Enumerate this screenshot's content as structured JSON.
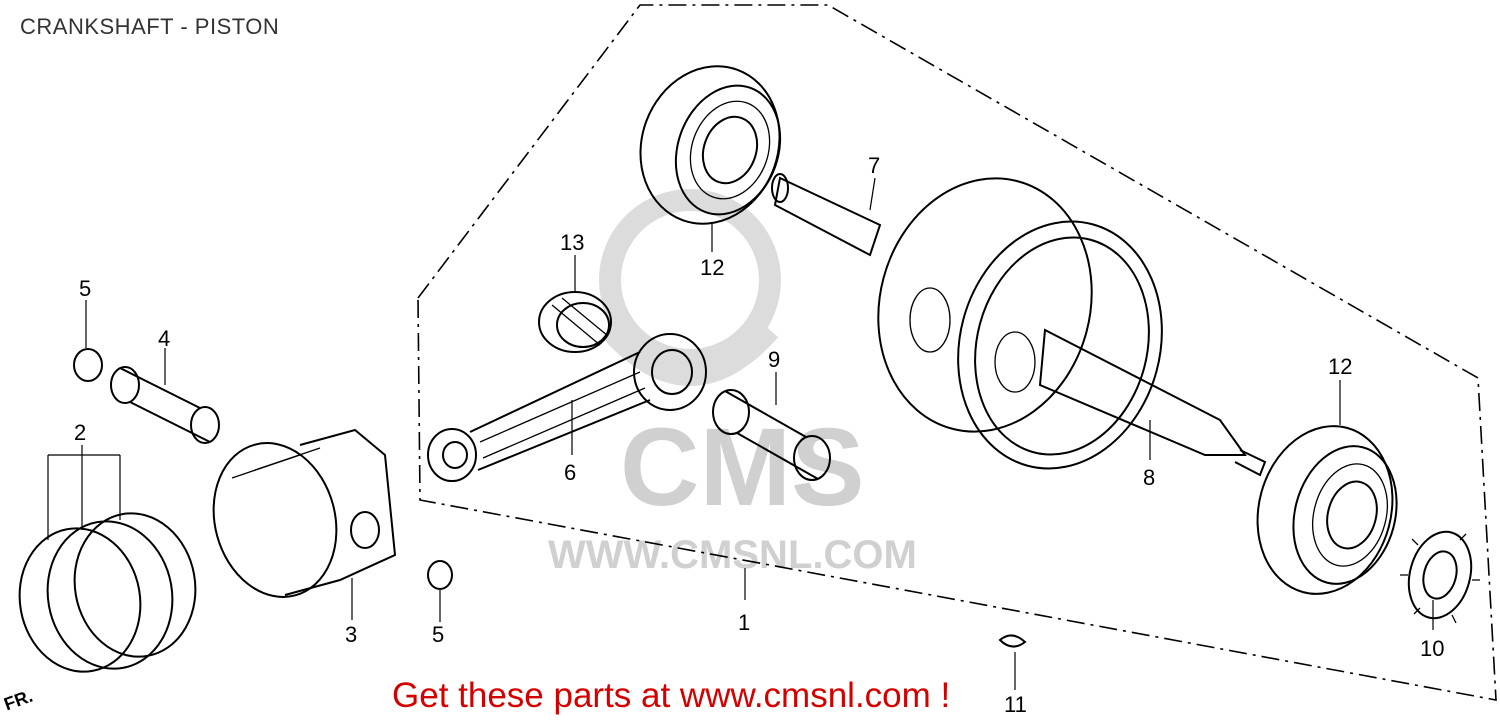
{
  "title": "CRANKSHAFT - PISTON",
  "watermark": {
    "logo_text": "CMS",
    "url_text": "WWW.CMSNL.COM",
    "color": "#d0d0d0"
  },
  "callouts": [
    {
      "id": "c1",
      "label": "1"
    },
    {
      "id": "c2",
      "label": "2"
    },
    {
      "id": "c3",
      "label": "3"
    },
    {
      "id": "c4",
      "label": "4"
    },
    {
      "id": "c5a",
      "label": "5"
    },
    {
      "id": "c5b",
      "label": "5"
    },
    {
      "id": "c6",
      "label": "6"
    },
    {
      "id": "c7",
      "label": "7"
    },
    {
      "id": "c8",
      "label": "8"
    },
    {
      "id": "c9",
      "label": "9"
    },
    {
      "id": "c10",
      "label": "10"
    },
    {
      "id": "c11",
      "label": "11"
    },
    {
      "id": "c12a",
      "label": "12"
    },
    {
      "id": "c12b",
      "label": "12"
    },
    {
      "id": "c13",
      "label": "13"
    }
  ],
  "front_marker": "FR.",
  "cta": {
    "text": "Get these parts at www.cmsnl.com !",
    "color": "#d40000"
  }
}
